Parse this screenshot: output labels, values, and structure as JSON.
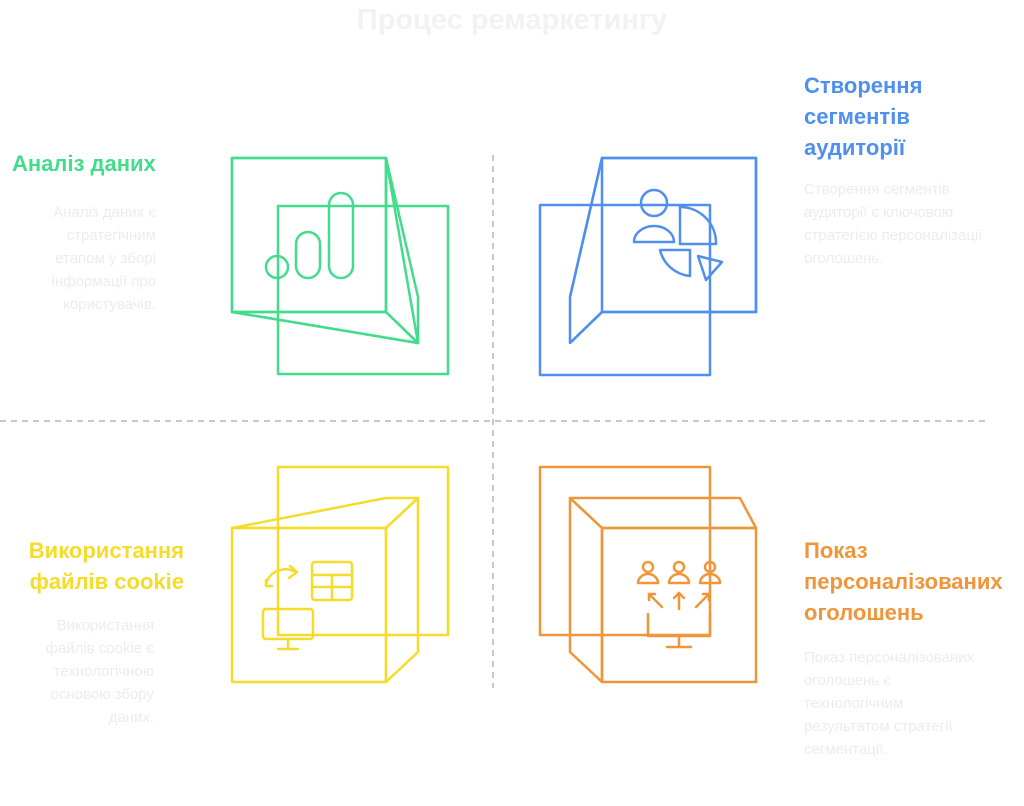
{
  "title": "Процес ремаркетингу",
  "colors": {
    "green": "#43dc8c",
    "blue": "#4f8ff0",
    "yellow": "#f5dc2a",
    "orange": "#f0963a",
    "divider": "#c8c8c8",
    "description": "#ececec"
  },
  "quadrants": [
    {
      "heading": "Аналіз даних",
      "description": "Аналіз даних є стратегічним етапом у зборі інформації про користувачів.",
      "icon": "bar-chart-icon",
      "color": "#43dc8c"
    },
    {
      "heading": "Створення сегментів аудиторії",
      "description": "Створення сегментів аудиторії є ключовою стратегією персоналізації оголошень.",
      "icon": "audience-pie-icon",
      "color": "#4f8ff0"
    },
    {
      "heading": "Використання файлів cookie",
      "description": "Використання файлів cookie є технологічною основою збору даних.",
      "icon": "cookie-sync-icon",
      "color": "#f5dc2a"
    },
    {
      "heading": "Показ персоналізованих оголошень",
      "description": "Показ персоналізованих оголошень є технологічним результатом стратегії сегментації.",
      "icon": "targeted-ads-icon",
      "color": "#f0963a"
    }
  ]
}
